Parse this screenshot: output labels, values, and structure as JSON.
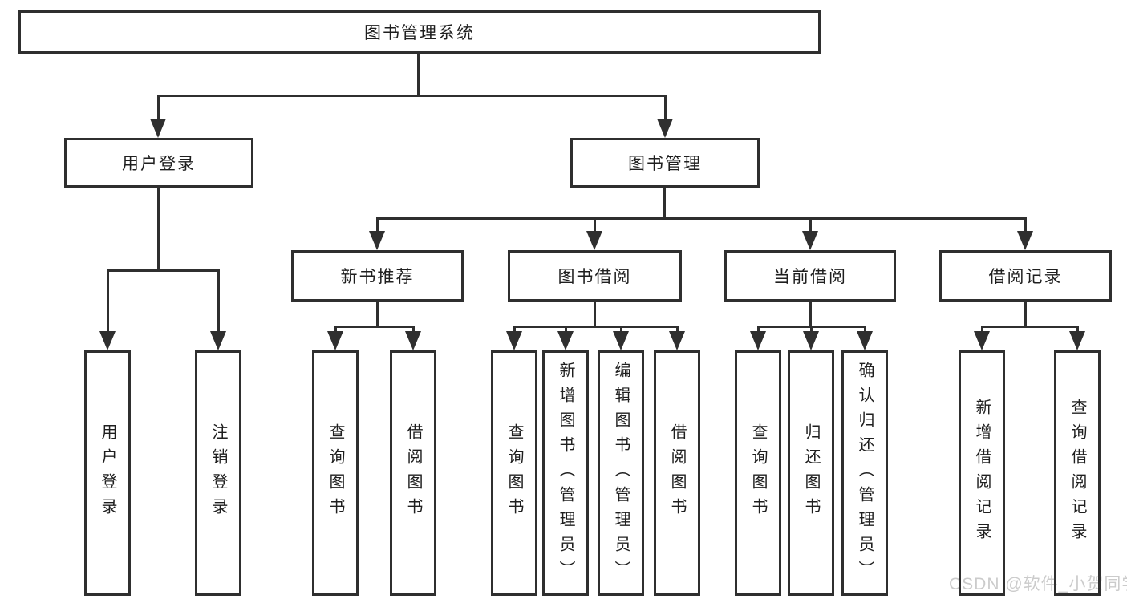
{
  "nodes": {
    "root": "图书管理系统",
    "user_login": "用户登录",
    "book_mgmt": "图书管理",
    "new_book": "新书推荐",
    "book_borrow": "图书借阅",
    "current_borrow": "当前借阅",
    "borrow_records": "借阅记录",
    "leaf_user_login": "用户登录",
    "leaf_logout": "注销登录",
    "leaf_nb_query": "查询图书",
    "leaf_nb_borrow": "借阅图书",
    "leaf_bb_query": "查询图书",
    "leaf_bb_add": "新增图书（管理员）",
    "leaf_bb_edit": "编辑图书（管理员）",
    "leaf_bb_borrow": "借阅图书",
    "leaf_cb_query": "查询图书",
    "leaf_cb_return": "归还图书",
    "leaf_cb_confirm": "确认归还（管理员）",
    "leaf_br_add": "新增借阅记录",
    "leaf_br_query": "查询借阅记录"
  },
  "structure": {
    "图书管理系统": {
      "用户登录": [
        "用户登录",
        "注销登录"
      ],
      "图书管理": {
        "新书推荐": [
          "查询图书",
          "借阅图书"
        ],
        "图书借阅": [
          "查询图书",
          "新增图书（管理员）",
          "编辑图书（管理员）",
          "借阅图书"
        ],
        "当前借阅": [
          "查询图书",
          "归还图书",
          "确认归还（管理员）"
        ],
        "借阅记录": [
          "新增借阅记录",
          "查询借阅记录"
        ]
      }
    }
  },
  "watermark": "CSDN @软件_小贺同学",
  "colors": {
    "stroke": "#2f2f2f",
    "text": "#1f1f1f",
    "background": "#ffffff",
    "watermark_gray": "#c9c9c9"
  }
}
